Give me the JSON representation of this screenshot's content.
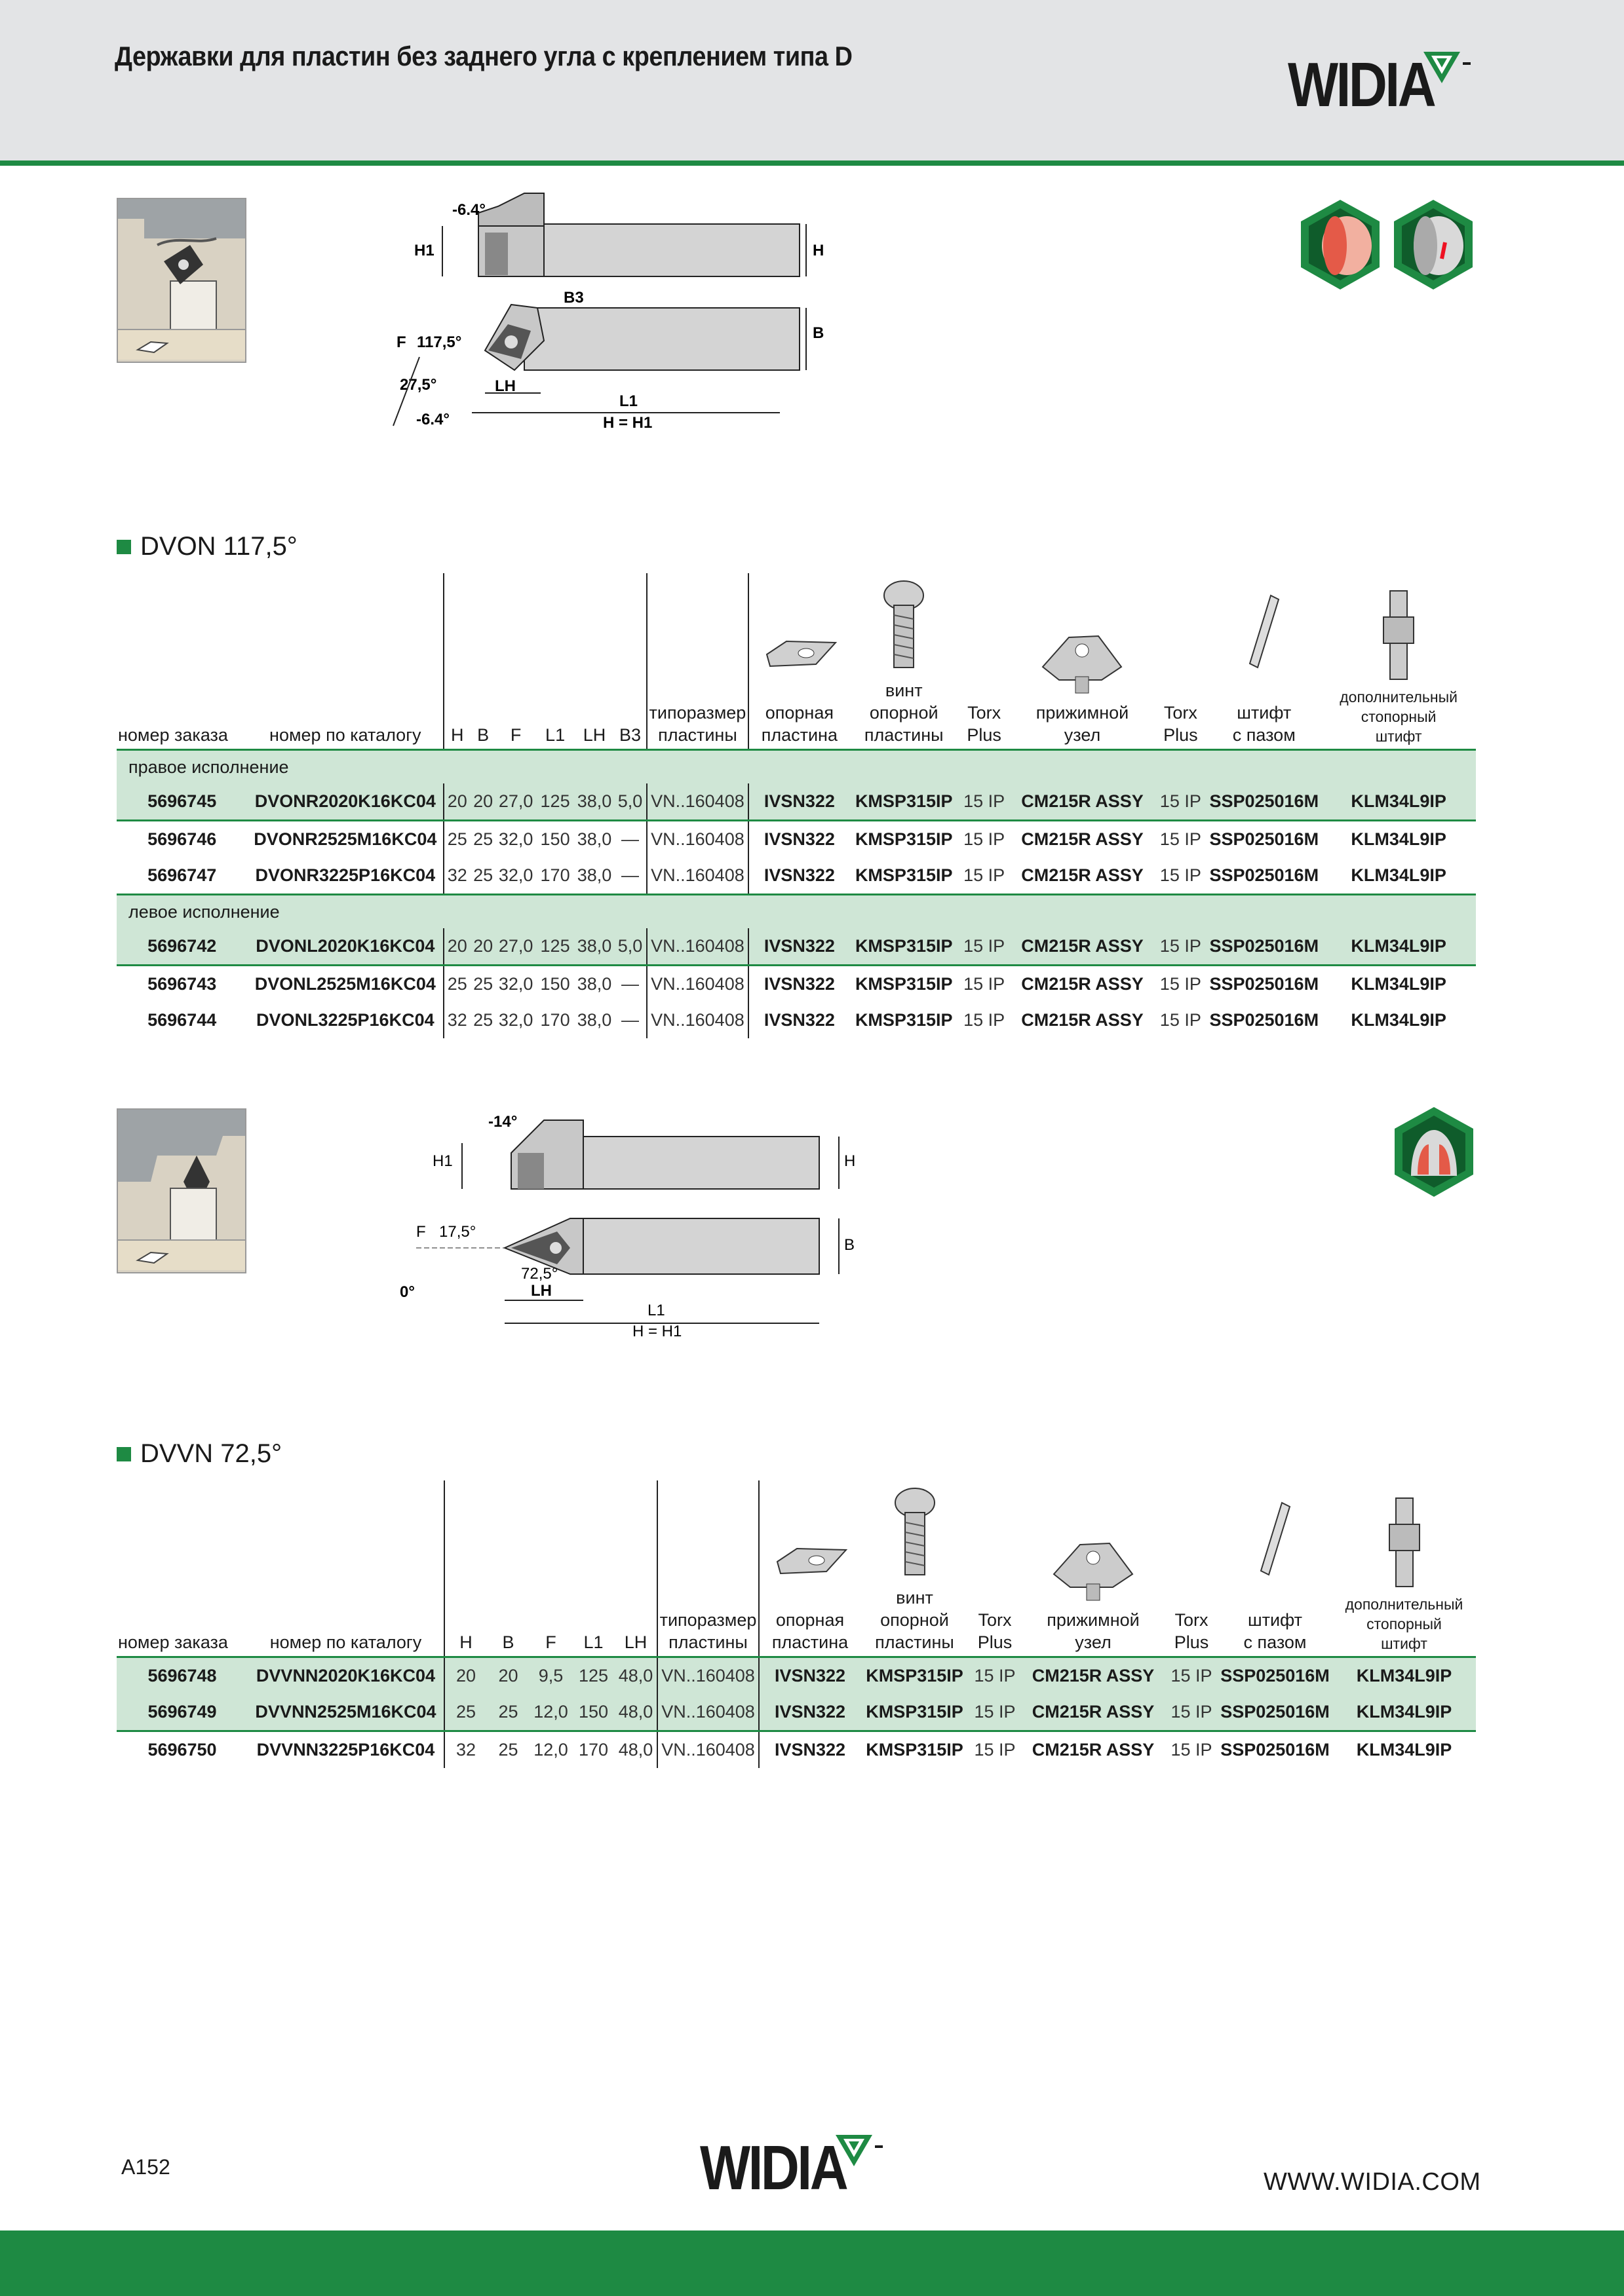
{
  "header": {
    "title": "Державки для пластин без заднего угла с креплением типа D",
    "logo": "WIDIA"
  },
  "colors": {
    "green": "#1e8a43",
    "shade": "#cfe6d6",
    "header_bg": "#e3e4e6"
  },
  "drawing1": {
    "labels": [
      "-6.4°",
      "H1",
      "H",
      "B3",
      "F",
      "117,5°",
      "B",
      "27,5°",
      "LH",
      "L1",
      "H = H1",
      "-6.4°"
    ]
  },
  "drawing2": {
    "labels": [
      "-14°",
      "H1",
      "H",
      "F",
      "17,5°",
      "B",
      "72,5°",
      "LH",
      "0°",
      "L1",
      "H = H1"
    ]
  },
  "columns": {
    "order_no": "номер заказа",
    "catalog_no": "номер по каталогу",
    "H": "H",
    "B": "B",
    "F": "F",
    "L1": "L1",
    "LH": "LH",
    "B3": "B3",
    "insert_size_1": "типоразмер",
    "insert_size_2": "пластины",
    "seat_1": "опорная",
    "seat_2": "пластина",
    "screw_1": "винт",
    "screw_2": "опорной",
    "screw_3": "пластины",
    "torx_1": "Torx",
    "torx_2": "Plus",
    "clamp_1": "прижимной",
    "clamp_2": "узел",
    "pin_1": "штифт",
    "pin_2": "с пазом",
    "extra_1": "дополнительный",
    "extra_2": "стопорный",
    "extra_3": "штифт"
  },
  "section1": {
    "title": "DVON 117,5°",
    "groups": [
      {
        "label": "правое исполнение",
        "rows": [
          [
            "5696745",
            "DVONR2020K16KC04",
            "20",
            "20",
            "27,0",
            "125",
            "38,0",
            "5,0",
            "VN..160408",
            "IVSN322",
            "KMSP315IP",
            "15 IP",
            "CM215R ASSY",
            "15 IP",
            "SSP025016M",
            "KLM34L9IP"
          ],
          [
            "5696746",
            "DVONR2525M16KC04",
            "25",
            "25",
            "32,0",
            "150",
            "38,0",
            "—",
            "VN..160408",
            "IVSN322",
            "KMSP315IP",
            "15 IP",
            "CM215R ASSY",
            "15 IP",
            "SSP025016M",
            "KLM34L9IP"
          ],
          [
            "5696747",
            "DVONR3225P16KC04",
            "32",
            "25",
            "32,0",
            "170",
            "38,0",
            "—",
            "VN..160408",
            "IVSN322",
            "KMSP315IP",
            "15 IP",
            "CM215R ASSY",
            "15 IP",
            "SSP025016M",
            "KLM34L9IP"
          ]
        ]
      },
      {
        "label": "левое исполнение",
        "rows": [
          [
            "5696742",
            "DVONL2020K16KC04",
            "20",
            "20",
            "27,0",
            "125",
            "38,0",
            "5,0",
            "VN..160408",
            "IVSN322",
            "KMSP315IP",
            "15 IP",
            "CM215R ASSY",
            "15 IP",
            "SSP025016M",
            "KLM34L9IP"
          ],
          [
            "5696743",
            "DVONL2525M16KC04",
            "25",
            "25",
            "32,0",
            "150",
            "38,0",
            "—",
            "VN..160408",
            "IVSN322",
            "KMSP315IP",
            "15 IP",
            "CM215R ASSY",
            "15 IP",
            "SSP025016M",
            "KLM34L9IP"
          ],
          [
            "5696744",
            "DVONL3225P16KC04",
            "32",
            "25",
            "32,0",
            "170",
            "38,0",
            "—",
            "VN..160408",
            "IVSN322",
            "KMSP315IP",
            "15 IP",
            "CM215R ASSY",
            "15 IP",
            "SSP025016M",
            "KLM34L9IP"
          ]
        ]
      }
    ]
  },
  "section2": {
    "title": "DVVN 72,5°",
    "rows": [
      [
        "5696748",
        "DVVNN2020K16KC04",
        "20",
        "20",
        "9,5",
        "125",
        "48,0",
        "VN..160408",
        "IVSN322",
        "KMSP315IP",
        "15 IP",
        "CM215R ASSY",
        "15 IP",
        "SSP025016M",
        "KLM34L9IP"
      ],
      [
        "5696749",
        "DVVNN2525M16KC04",
        "25",
        "25",
        "12,0",
        "150",
        "48,0",
        "VN..160408",
        "IVSN322",
        "KMSP315IP",
        "15 IP",
        "CM215R ASSY",
        "15 IP",
        "SSP025016M",
        "KLM34L9IP"
      ],
      [
        "5696750",
        "DVVNN3225P16KC04",
        "32",
        "25",
        "12,0",
        "170",
        "48,0",
        "VN..160408",
        "IVSN322",
        "KMSP315IP",
        "15 IP",
        "CM215R ASSY",
        "15 IP",
        "SSP025016M",
        "KLM34L9IP"
      ]
    ]
  },
  "footer": {
    "page": "A152",
    "logo": "WIDIA",
    "url": "WWW.WIDIA.COM"
  }
}
